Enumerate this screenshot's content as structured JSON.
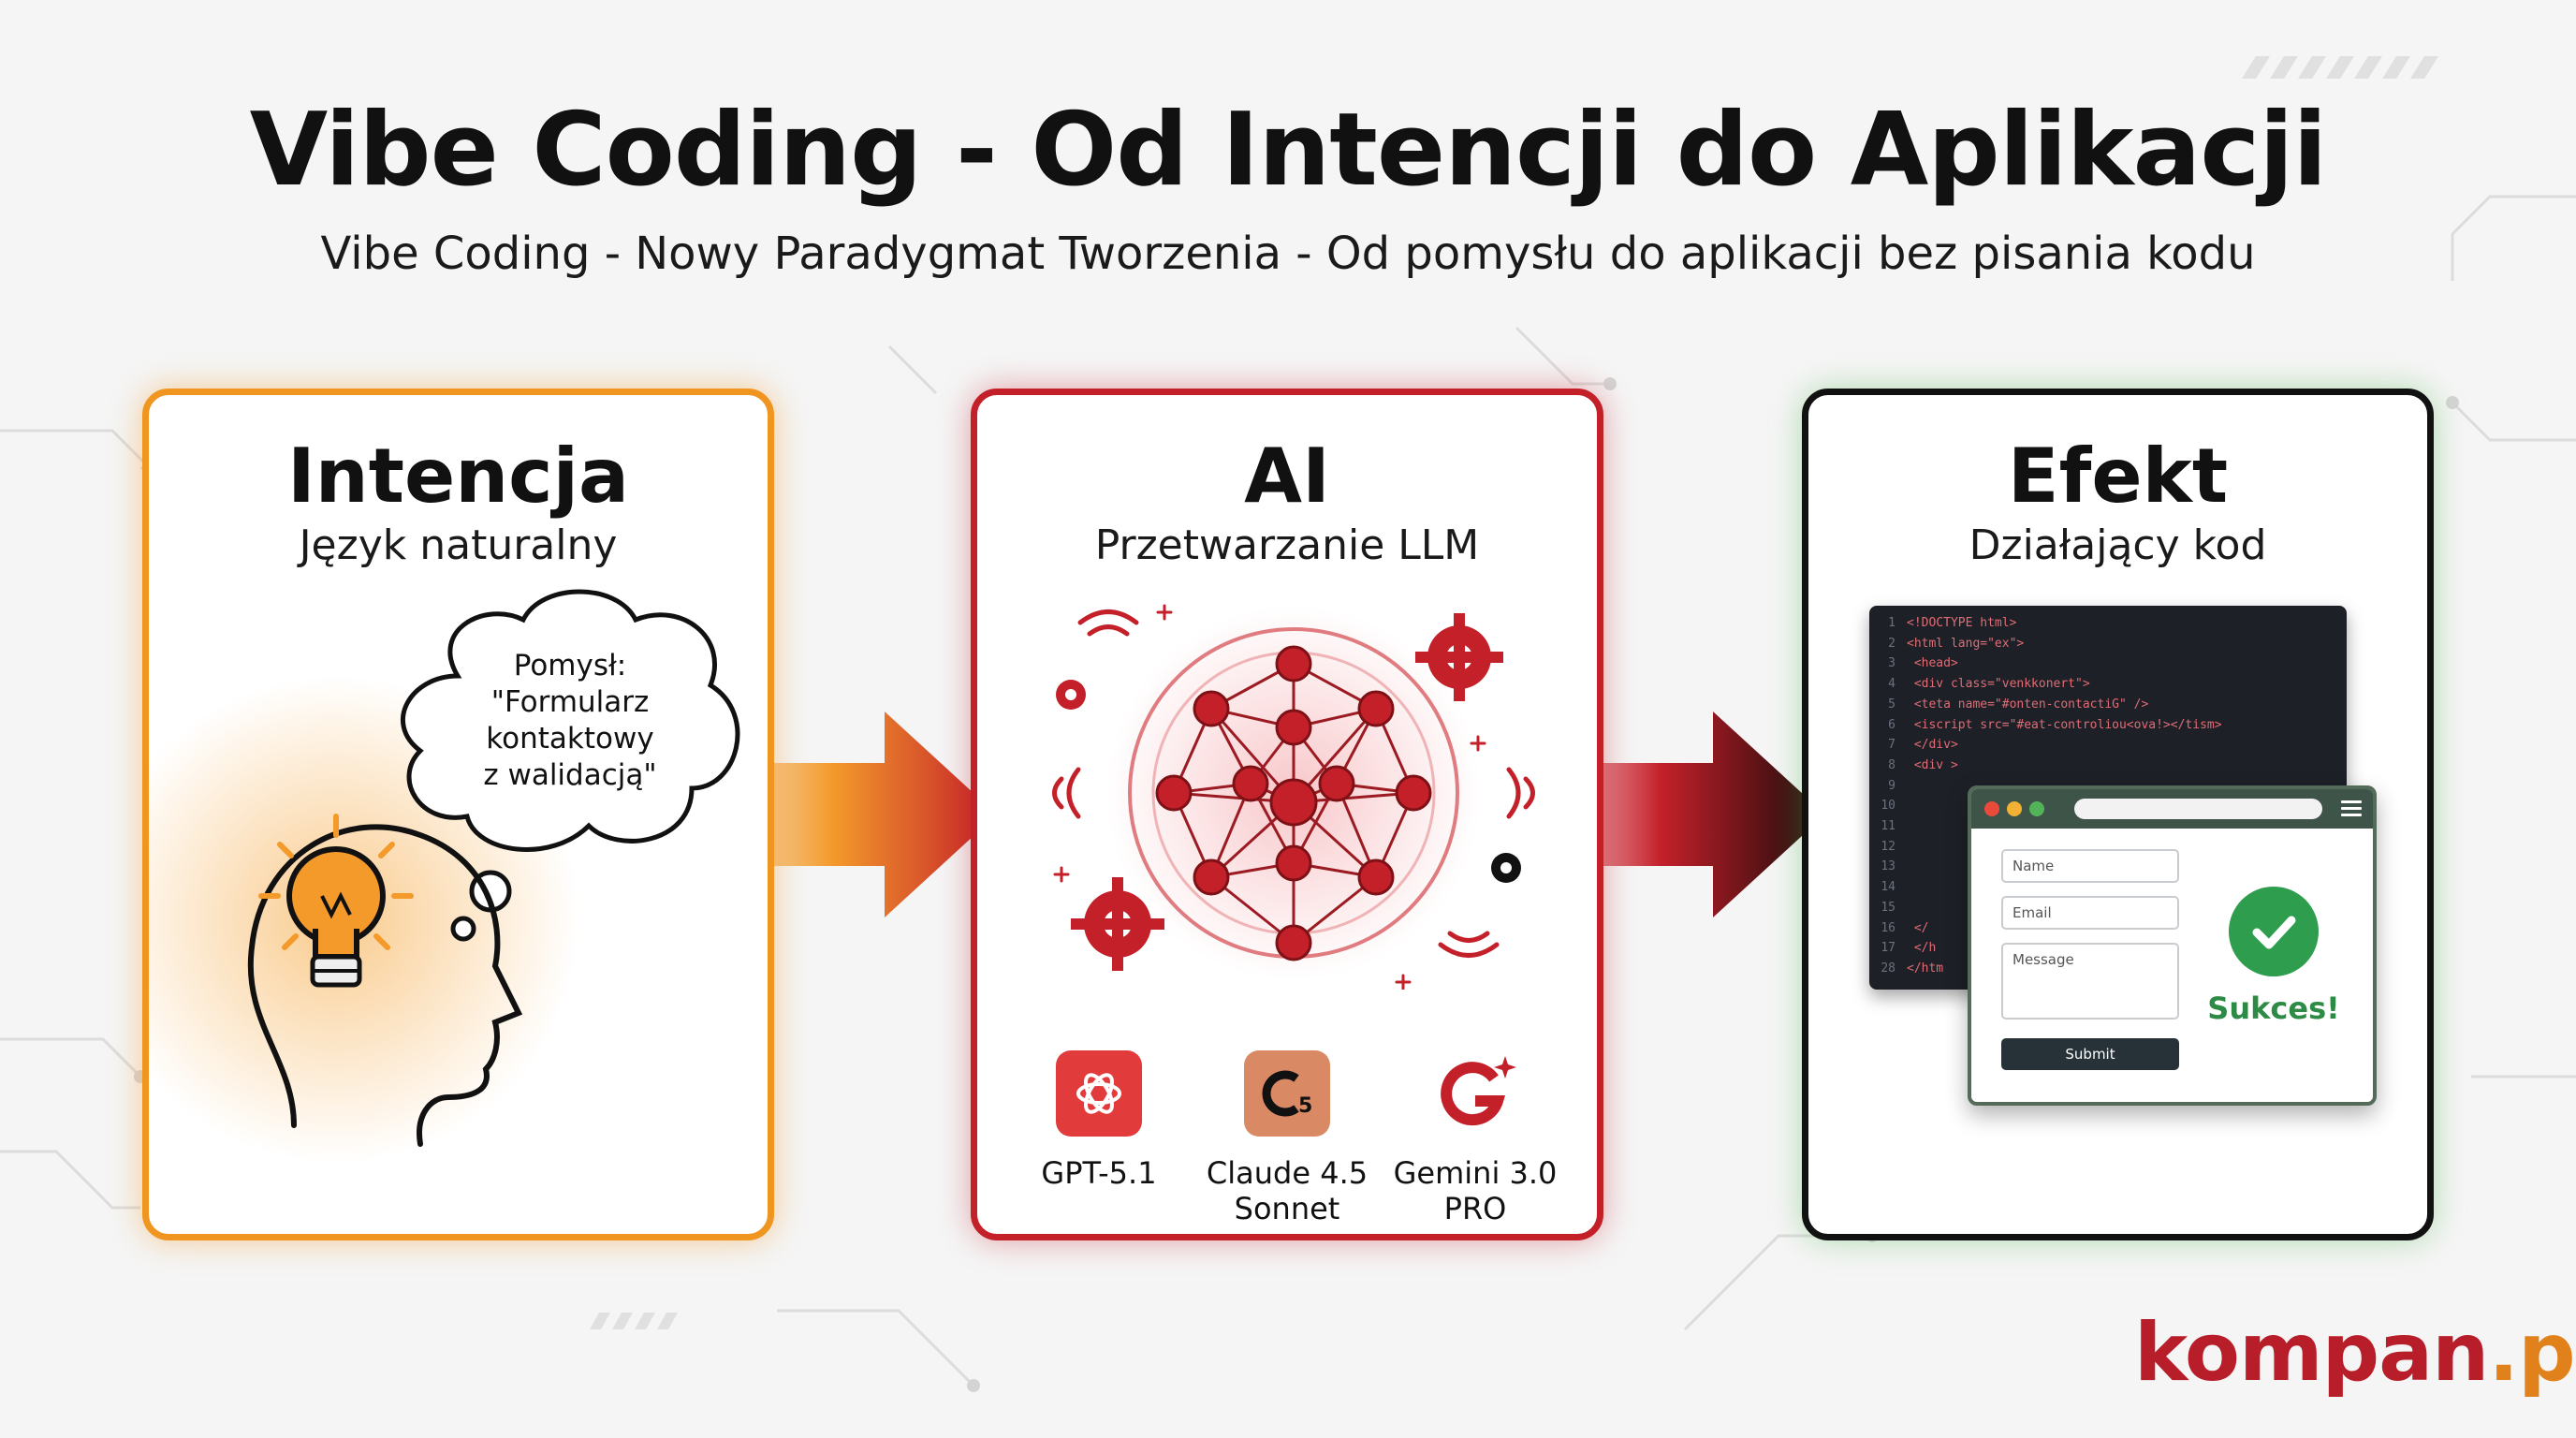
{
  "header": {
    "title": "Vibe Coding - Od Intencji do Aplikacji",
    "subtitle": "Vibe Coding - Nowy Paradygmat Tworzenia - Od pomysłu do aplikacji bez pisania kodu"
  },
  "intent": {
    "title": "Intencja",
    "subtitle": "Język naturalny",
    "thought_lines": [
      "Pomysł:",
      "\"Formularz",
      "kontaktowy",
      "z walidacją\""
    ],
    "color": "#f0951f"
  },
  "ai": {
    "title": "AI",
    "subtitle": "Przetwarzanie LLM",
    "color": "#c4202a",
    "models": [
      {
        "lines": [
          "GPT-5.1"
        ],
        "icon": "openai-logo-icon",
        "color": "#e23b3b"
      },
      {
        "lines": [
          "Claude 4.5",
          "Sonnet"
        ],
        "icon": "claude-logo-icon",
        "color": "#d98a64"
      },
      {
        "lines": [
          "Gemini 3.0",
          "PRO"
        ],
        "icon": "gemini-logo-icon",
        "color": "#c4202a"
      }
    ]
  },
  "effect": {
    "title": "Efekt",
    "subtitle": "Działający kod",
    "color": "#111111",
    "code": [
      {
        "n": "1",
        "t": "<!DOCTYPE html>"
      },
      {
        "n": "2",
        "t": "<html lang=\"ex\">"
      },
      {
        "n": "3",
        "t": "  <head>"
      },
      {
        "n": "4",
        "t": "    <div class=\"venkkonert\">"
      },
      {
        "n": "5",
        "t": "      <teta name=\"#onten-contactiG\" />"
      },
      {
        "n": "6",
        "t": "      <iscript src=\"#eat-controliou<ova!></tism>"
      },
      {
        "n": "7",
        "t": "    </div>"
      },
      {
        "n": "8",
        "t": "    <div >"
      },
      {
        "n": "9",
        "t": ""
      },
      {
        "n": "10",
        "t": ""
      },
      {
        "n": "11",
        "t": ""
      },
      {
        "n": "12",
        "t": ""
      },
      {
        "n": "13",
        "t": ""
      },
      {
        "n": "14",
        "t": ""
      },
      {
        "n": "15",
        "t": ""
      },
      {
        "n": "16",
        "t": "    </"
      },
      {
        "n": "17",
        "t": "  </h"
      },
      {
        "n": "28",
        "t": "</htm"
      }
    ],
    "form": {
      "name_placeholder": "Name",
      "email_placeholder": "Email",
      "message_placeholder": "Message",
      "submit_label": "Submit",
      "success_label": "Sukces!"
    }
  },
  "brand": {
    "part1": "kompan",
    "part2": ".pl"
  }
}
